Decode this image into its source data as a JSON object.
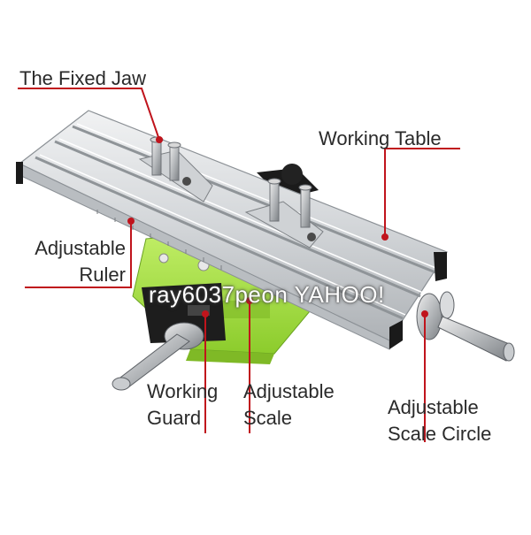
{
  "labels": {
    "fixed_jaw": "The Fixed Jaw",
    "working_table": "Working Table",
    "adjustable_ruler_line1": "Adjustable",
    "adjustable_ruler_line2": "Ruler",
    "working_guard_line1": "Working",
    "working_guard_line2": "Guard",
    "adjustable_scale_line1": "Adjustable",
    "adjustable_scale_line2": "Scale",
    "adjustable_scale_circle_line1": "Adjustable",
    "adjustable_scale_circle_line2": "Scale Circle"
  },
  "watermark": "ray6037peon YAHOO!",
  "colors": {
    "leader_line": "#c0141c",
    "leader_dot": "#c0141c",
    "base_green": "#a6e04a",
    "aluminum": "#d9dcdf",
    "knob": "#222222"
  }
}
